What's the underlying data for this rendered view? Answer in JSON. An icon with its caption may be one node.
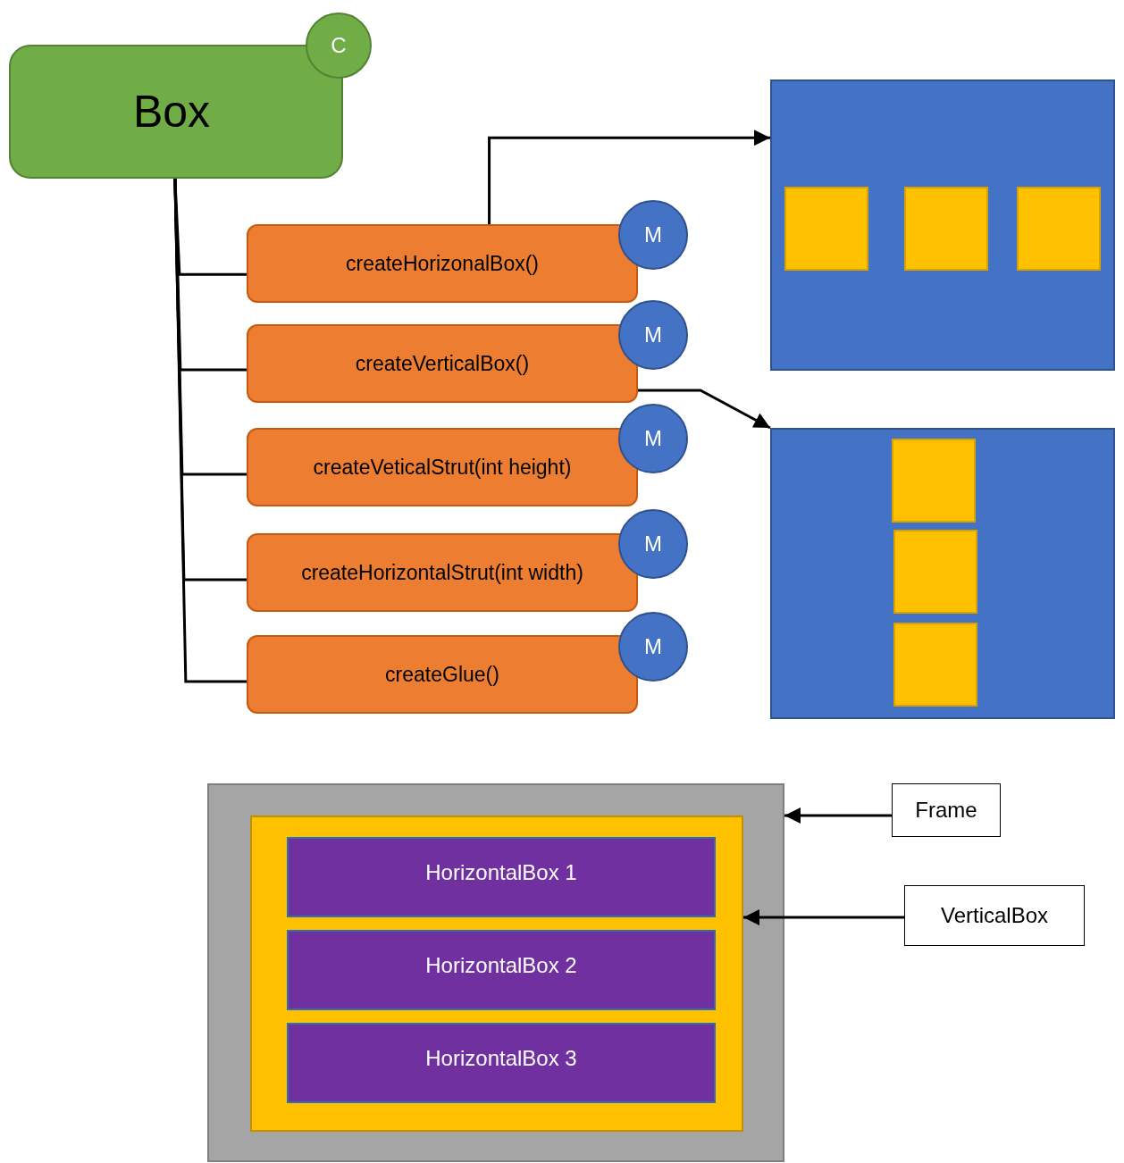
{
  "diagram": {
    "nodes": [
      {
        "text": [
          "Box"
        ]
      },
      {
        "text": [
          "C"
        ]
      },
      {
        "text": [
          "createHorizonalBox()"
        ]
      },
      {
        "text": [
          "M"
        ]
      },
      {
        "text": [
          "createVerticalBox()"
        ]
      },
      {
        "text": [
          "M"
        ]
      },
      {
        "text": [
          "createVeticalStrut(int height)"
        ]
      },
      {
        "text": [
          "M"
        ]
      },
      {
        "text": [
          "createHorizontalStrut(int width)"
        ]
      },
      {
        "text": [
          "M"
        ]
      },
      {
        "text": [
          "createGlue()"
        ]
      },
      {
        "text": [
          "M"
        ]
      },
      {
        "text": [],
        "shape": "box"
      },
      {
        "text": [],
        "shape": "box",
        "in": 12
      },
      {
        "text": [],
        "shape": "box",
        "in": 12
      },
      {
        "text": [],
        "shape": "box",
        "in": 12
      },
      {
        "text": [],
        "shape": "box"
      },
      {
        "text": [],
        "shape": "box",
        "in": 16
      },
      {
        "text": [],
        "shape": "box",
        "in": 16
      },
      {
        "text": [],
        "shape": "box",
        "in": 16
      },
      {
        "text": [],
        "shape": "box"
      },
      {
        "text": [],
        "shape": "box",
        "in": 20
      },
      {
        "text": [
          "HorizontalBox 1"
        ],
        "in": 21
      },
      {
        "text": [
          "HorizontalBox 2"
        ],
        "in": 21
      },
      {
        "text": [
          "HorizontalBox 3"
        ],
        "in": 21
      },
      {
        "text": [
          "Frame"
        ]
      },
      {
        "text": [
          "VerticalBox"
        ]
      }
    ],
    "edges": [
      {
        "from": 0,
        "to": 2,
        "arrow": "none"
      },
      {
        "from": 0,
        "to": 4,
        "arrow": "none"
      },
      {
        "from": 0,
        "to": 6,
        "arrow": "none"
      },
      {
        "from": 0,
        "to": 8,
        "arrow": "none"
      },
      {
        "from": 0,
        "to": 10,
        "arrow": "none"
      },
      {
        "from": 2,
        "to": 12,
        "arrow": "to"
      },
      {
        "from": 4,
        "to": 16,
        "arrow": "to"
      },
      {
        "from": 25,
        "to": 20,
        "arrow": "to"
      },
      {
        "from": 26,
        "to": 21,
        "arrow": "to"
      }
    ]
  }
}
